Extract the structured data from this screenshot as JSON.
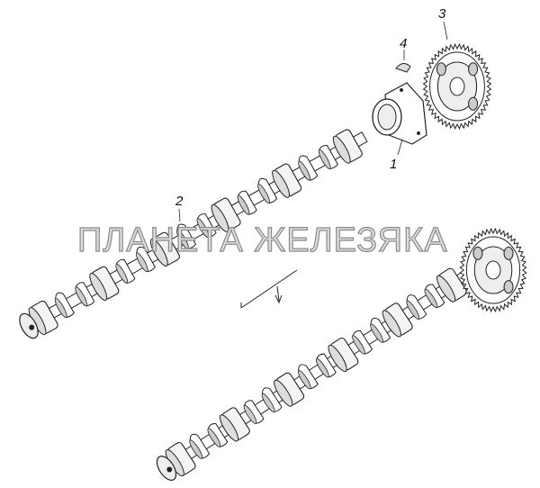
{
  "callouts": [
    {
      "id": "1",
      "text": "1"
    },
    {
      "id": "2",
      "text": "2"
    },
    {
      "id": "3",
      "text": "3"
    },
    {
      "id": "4",
      "text": "4"
    }
  ],
  "watermark": "ПЛАНЕТА ЖЕЛЕЗЯКА",
  "colors": {
    "line": "#222222",
    "shade": "#cccccc",
    "watermark": "#9a9a9a"
  }
}
